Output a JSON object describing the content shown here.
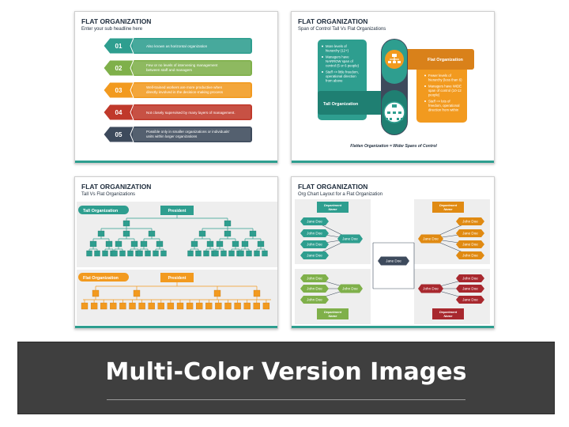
{
  "slide1": {
    "title": "FLAT ORGANIZATION",
    "subtitle": "Enter your sub headline here",
    "items": [
      {
        "num": "01",
        "text1": "Also known as horizontal organization",
        "text2": "",
        "color": "#2e9e8f"
      },
      {
        "num": "02",
        "text1": "Few or no levels of intervening management",
        "text2": "between staff and managers",
        "color": "#7fb04a"
      },
      {
        "num": "03",
        "text1": "Well-trained workers are more productive when",
        "text2": "directly involved in the decision-making process",
        "color": "#f29a1f"
      },
      {
        "num": "04",
        "text1": "Not closely supervised by many layers of management.",
        "text2": "",
        "color": "#c0392b"
      },
      {
        "num": "05",
        "text1": "Possible only in smaller organizations or individuals'",
        "text2": "units within larger organizations",
        "color": "#3d4a5c"
      }
    ]
  },
  "slide2": {
    "title": "FLAT ORGANIZATION",
    "subtitle": "Span of Control Tall Vs Flat Organizations",
    "tall_label": "Tall Organization",
    "flat_label": "Flat Organization",
    "tall_points": [
      [
        "More levels of",
        "hierarchy (12+)"
      ],
      [
        "Managers have",
        "NARROW span of",
        "control (5 or 6 people)"
      ],
      [
        "Staff => little freedom,",
        "operational direction",
        "from above"
      ]
    ],
    "flat_points": [
      [
        "Fewer levels of",
        "hierarchy (less than 6)"
      ],
      [
        "Managers have WIDE",
        "span of control (10-12",
        "people)"
      ],
      [
        "Staff => lots of",
        "freedom, operational",
        "direction from within"
      ]
    ],
    "footer": "Flatten Organization = Wider Spans of Control"
  },
  "slide3": {
    "title": "FLAT ORGANIZATION",
    "subtitle": "Tall Vs Flat Organizations",
    "tall_label": "Tall Organization",
    "flat_label": "Flat Organization",
    "president": "President"
  },
  "slide4": {
    "title": "FLAT ORGANIZATION",
    "subtitle": "Org Chart Layout for a Flat Organization",
    "center": "Jane Doe",
    "dept": "Department Name",
    "groups": [
      {
        "manager": "Jane Doe",
        "members": [
          "Jane Doe",
          "John Doe",
          "John Doe",
          "Jane Doe"
        ],
        "color": "#2e9e8f"
      },
      {
        "manager": "Jane Doe",
        "members": [
          "John Doe",
          "Jane Doe",
          "Jane Doe",
          "John Doe"
        ],
        "color": "#e08a12"
      },
      {
        "manager": "John Doe",
        "members": [
          "John Doe",
          "John Doe",
          "John Doe"
        ],
        "color": "#7fb04a"
      },
      {
        "manager": "John Doe",
        "members": [
          "John Doe",
          "Jane Doe",
          "Jane Doe"
        ],
        "color": "#a8282e"
      }
    ]
  },
  "banner": {
    "text": "Multi-Color Version Images"
  }
}
